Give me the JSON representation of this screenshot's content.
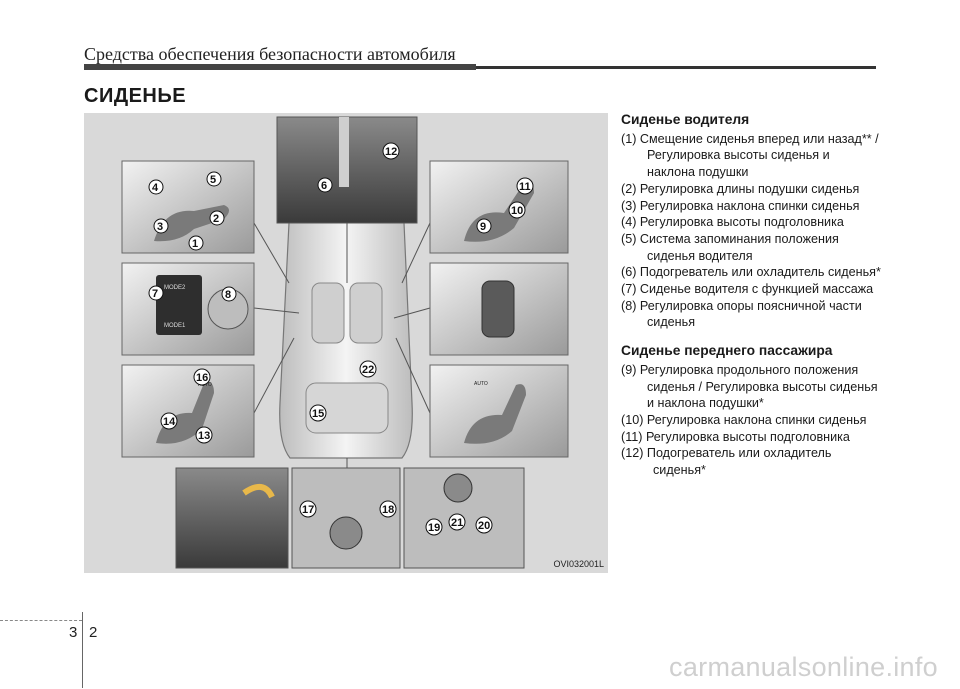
{
  "header": {
    "running_title": "Средства обеспечения безопасности автомобиля"
  },
  "section_title": "СИДЕНЬЕ",
  "figure": {
    "code": "OVI032001L",
    "switch_labels": {
      "mode2": "MODE2",
      "mode1": "MODE1",
      "auto": "AUTO"
    },
    "callouts": [
      "1",
      "2",
      "3",
      "4",
      "5",
      "6",
      "7",
      "8",
      "9",
      "10",
      "11",
      "12",
      "13",
      "14",
      "15",
      "16",
      "17",
      "18",
      "19",
      "20",
      "21",
      "22"
    ]
  },
  "driver": {
    "heading": "Сиденье водителя",
    "items": [
      "(1) Смещение сиденья вперед или назад** / Регулировка высоты сиденья и наклона подушки",
      "(2) Регулировка длины подушки сиденья",
      "(3) Регулировка наклона спинки сиденья",
      "(4) Регулировка высоты подголовника",
      "(5) Система запоминания положения сиденья водителя",
      "(6) Подогреватель или охладитель сиденья*",
      "(7) Сиденье водителя с функцией массажа",
      "(8) Регулировка опоры поясничной части сиденья"
    ]
  },
  "passenger": {
    "heading": "Сиденье переднего пассажира",
    "items": [
      "(9) Регулировка продольного положения сиденья / Регулировка высоты сиденья и наклона подушки*",
      "(10) Регулировка наклона спинки сиденья",
      "(11) Регулировка высоты подголовника",
      "(12) Подогреватель или охладитель сиденья*"
    ]
  },
  "page_number": {
    "chapter": "3",
    "page": "2"
  },
  "watermark": "carmanualsonline.info"
}
